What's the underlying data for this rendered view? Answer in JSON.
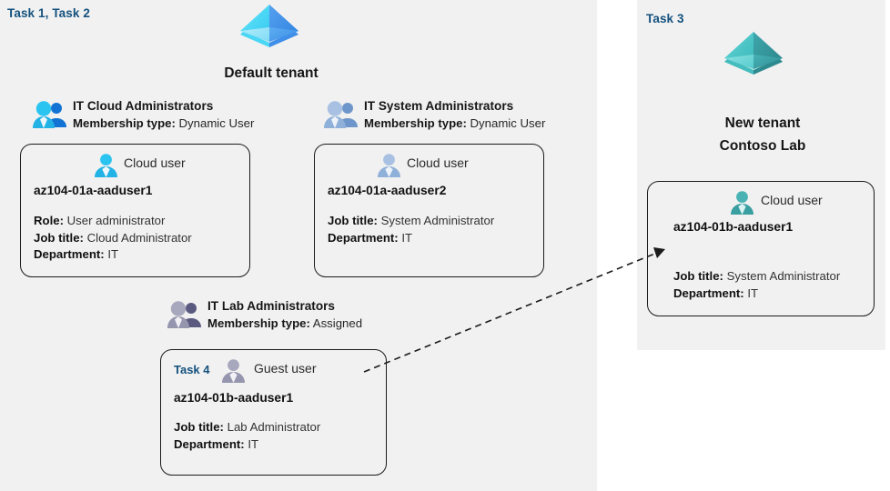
{
  "left_panel": {
    "task_label": "Task 1, Task 2",
    "tenant": {
      "icon": "azure-ad-pyramid-icon",
      "caption": "Default tenant"
    },
    "groups": [
      {
        "icon": "group-users-icon",
        "name": "IT Cloud Administrators",
        "membership_key": "Membership type:",
        "membership_value": "Dynamic User",
        "card": {
          "user_icon": "cloud-user-icon",
          "user_type": "Cloud user",
          "user_name": "az104-01a-aaduser1",
          "props": [
            {
              "key": "Role:",
              "value": "User administrator"
            },
            {
              "key": "Job title:",
              "value": "Cloud Administrator"
            },
            {
              "key": "Department:",
              "value": "IT"
            }
          ]
        }
      },
      {
        "icon": "group-users-icon",
        "name": "IT System Administrators",
        "membership_key": "Membership type:",
        "membership_value": "Dynamic User",
        "card": {
          "user_icon": "cloud-user-icon",
          "user_type": "Cloud user",
          "user_name": "az104-01a-aaduser2",
          "props": [
            {
              "key": "Job title:",
              "value": "System Administrator"
            },
            {
              "key": "Department:",
              "value": "IT"
            }
          ]
        }
      },
      {
        "icon": "group-users-icon",
        "name": "IT Lab Administrators",
        "membership_key": "Membership type:",
        "membership_value": "Assigned",
        "card": {
          "task_label": "Task 4",
          "user_icon": "guest-user-icon",
          "user_type": "Guest user",
          "user_name": "az104-01b-aaduser1",
          "props": [
            {
              "key": "Job title:",
              "value": "Lab Administrator"
            },
            {
              "key": "Department:",
              "value": "IT"
            }
          ]
        }
      }
    ]
  },
  "right_panel": {
    "task_label": "Task 3",
    "tenant": {
      "icon": "azure-ad-pyramid-icon",
      "caption_line1": "New  tenant",
      "caption_line2": "Contoso Lab"
    },
    "card": {
      "user_icon": "cloud-user-icon",
      "user_type": "Cloud user",
      "user_name": "az104-01b-aaduser1",
      "props": [
        {
          "key": "Job title:",
          "value": "System Administrator"
        },
        {
          "key": "Department:",
          "value": "IT"
        }
      ]
    }
  },
  "connector": {
    "name": "guest-user-invite-arrow",
    "style": "dashed-arrow"
  },
  "colors": {
    "panel_background": "#f1f1f1",
    "page_background": "#ffffff",
    "task_accent": "#14517e",
    "border": "#1b1b1b",
    "tenant_blue_light": "#4ad6f5",
    "tenant_blue_dark": "#3f8ee8",
    "tenant_teal_light": "#4dc8c8",
    "tenant_teal_dark": "#2e8f92",
    "user_cyan": "#22b7ec",
    "user_steel": "#93aed4",
    "user_gray": "#9a9aaf",
    "user_teal": "#3aa8a8"
  }
}
